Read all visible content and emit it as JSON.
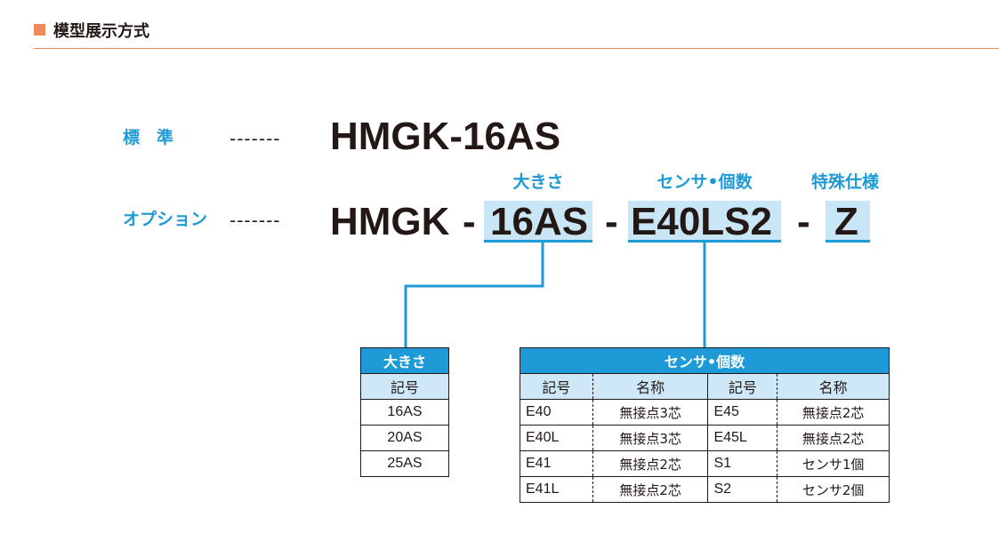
{
  "header": {
    "title": "模型展示方式"
  },
  "standard": {
    "label": "標　準",
    "dashes": "-------",
    "code": "HMGK-16AS"
  },
  "option": {
    "label": "オプション",
    "dashes": "-------",
    "prefix": "HMGK",
    "hyphen": "-",
    "size_label": "大きさ",
    "size_code": "16AS",
    "sensor_label": "センサ•個数",
    "sensor_code": "E40LS2",
    "special_label": "特殊仕様",
    "special_code": "Z"
  },
  "size_table": {
    "caption": "大きさ",
    "header": "記号",
    "rows": [
      "16AS",
      "20AS",
      "25AS"
    ]
  },
  "sensor_table": {
    "caption": "センサ•個数",
    "headers": [
      "記号",
      "名称",
      "記号",
      "名称"
    ],
    "rows": [
      [
        "E40",
        "無接点3芯",
        "E45",
        "無接点2芯"
      ],
      [
        "E40L",
        "無接点3芯",
        "E45L",
        "無接点2芯"
      ],
      [
        "E41",
        "無接点2芯",
        "S1",
        "センサ1個"
      ],
      [
        "E41L",
        "無接点2芯",
        "S2",
        "センサ2個"
      ]
    ]
  },
  "colors": {
    "accent": "#1e9bd7",
    "highlight": "#c9e6f6",
    "header_rule": "#e8875a"
  }
}
